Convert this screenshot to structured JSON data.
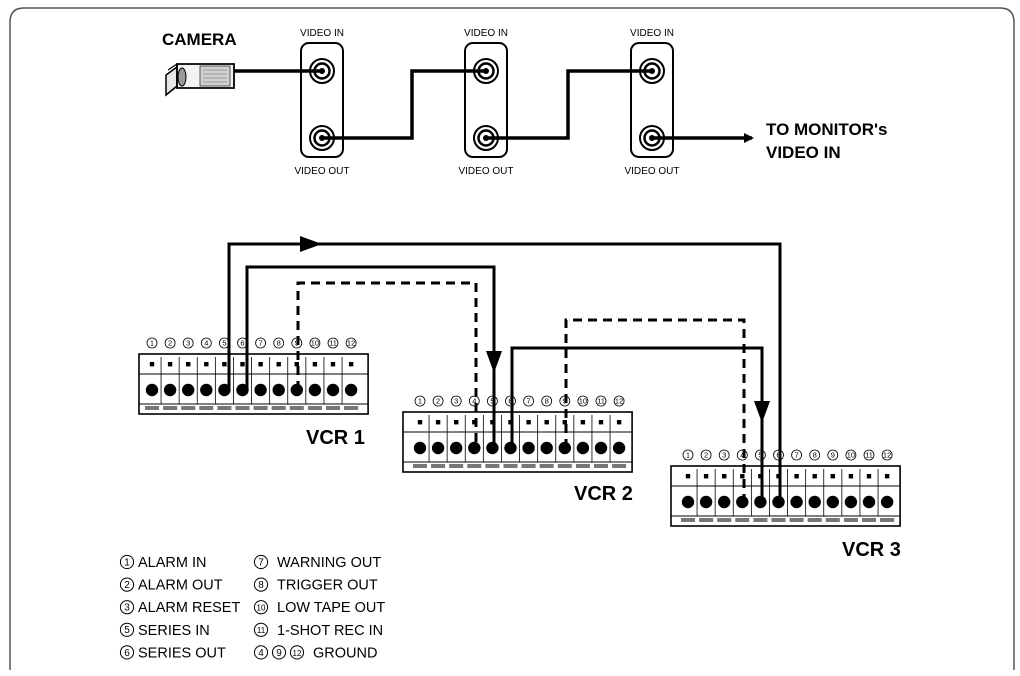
{
  "camera": {
    "label": "CAMERA"
  },
  "video_boxes": [
    {
      "in_label": "VIDEO IN",
      "out_label": "VIDEO OUT"
    },
    {
      "in_label": "VIDEO IN",
      "out_label": "VIDEO OUT"
    },
    {
      "in_label": "VIDEO IN",
      "out_label": "VIDEO OUT"
    }
  ],
  "monitor_label": {
    "line1": "TO MONITOR's",
    "line2": "VIDEO IN"
  },
  "vcrs": [
    {
      "label": "VCR 1"
    },
    {
      "label": "VCR 2"
    },
    {
      "label": "VCR 3"
    }
  ],
  "pin_numbers": [
    "1",
    "2",
    "3",
    "4",
    "5",
    "6",
    "7",
    "8",
    "9",
    "10",
    "11",
    "12"
  ],
  "legend": {
    "left": [
      {
        "num": "1",
        "text": "ALARM IN"
      },
      {
        "num": "2",
        "text": "ALARM OUT"
      },
      {
        "num": "3",
        "text": "ALARM RESET"
      },
      {
        "num": "5",
        "text": "SERIES IN"
      },
      {
        "num": "6",
        "text": "SERIES OUT"
      }
    ],
    "right": [
      {
        "nums": [
          "7"
        ],
        "text": "WARNING OUT"
      },
      {
        "nums": [
          "8"
        ],
        "text": "TRIGGER OUT"
      },
      {
        "nums": [
          "10"
        ],
        "text": "LOW TAPE OUT"
      },
      {
        "nums": [
          "11"
        ],
        "text": "1-SHOT REC IN"
      },
      {
        "nums": [
          "4",
          "9",
          "12"
        ],
        "text": "GROUND"
      }
    ]
  }
}
